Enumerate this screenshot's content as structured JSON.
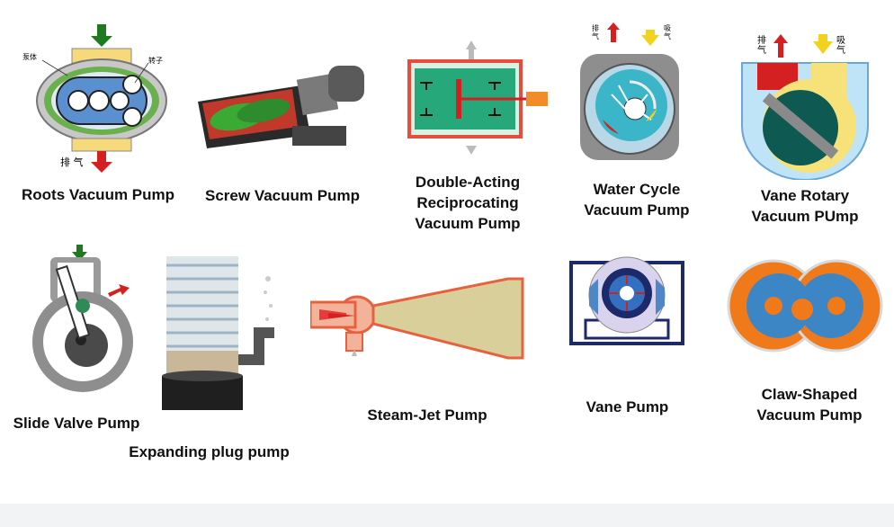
{
  "pumps": [
    {
      "name": "Roots Vacuum Pump",
      "annotations": {
        "left": "泵体",
        "right": "转子",
        "bottom": "排 气"
      }
    },
    {
      "name": "Screw Vacuum Pump"
    },
    {
      "name_lines": [
        "Double-Acting",
        "Reciprocating",
        "Vacuum Pump"
      ]
    },
    {
      "name_lines": [
        "Water Cycle",
        "Vacuum Pump"
      ],
      "annotations": {
        "exhaust": "排\n气",
        "intake": "吸\n气"
      }
    },
    {
      "name_lines": [
        "Vane Rotary",
        "Vacuum PUmp"
      ],
      "annotations": {
        "exhaust": "排\n气",
        "intake": "吸\n气"
      }
    },
    {
      "name": "Slide Valve Pump"
    },
    {
      "name": "Expanding plug pump"
    },
    {
      "name": "Steam-Jet Pump"
    },
    {
      "name": "Vane Pump"
    },
    {
      "name_lines": [
        "Claw-Shaped",
        "Vacuum Pump"
      ]
    }
  ],
  "colors": {
    "green_arrow": "#1f7a1f",
    "red_arrow": "#d42020",
    "yellow_arrow": "#f2d21b",
    "steel_blue": "#4f86c6",
    "orange": "#f07a1a"
  }
}
